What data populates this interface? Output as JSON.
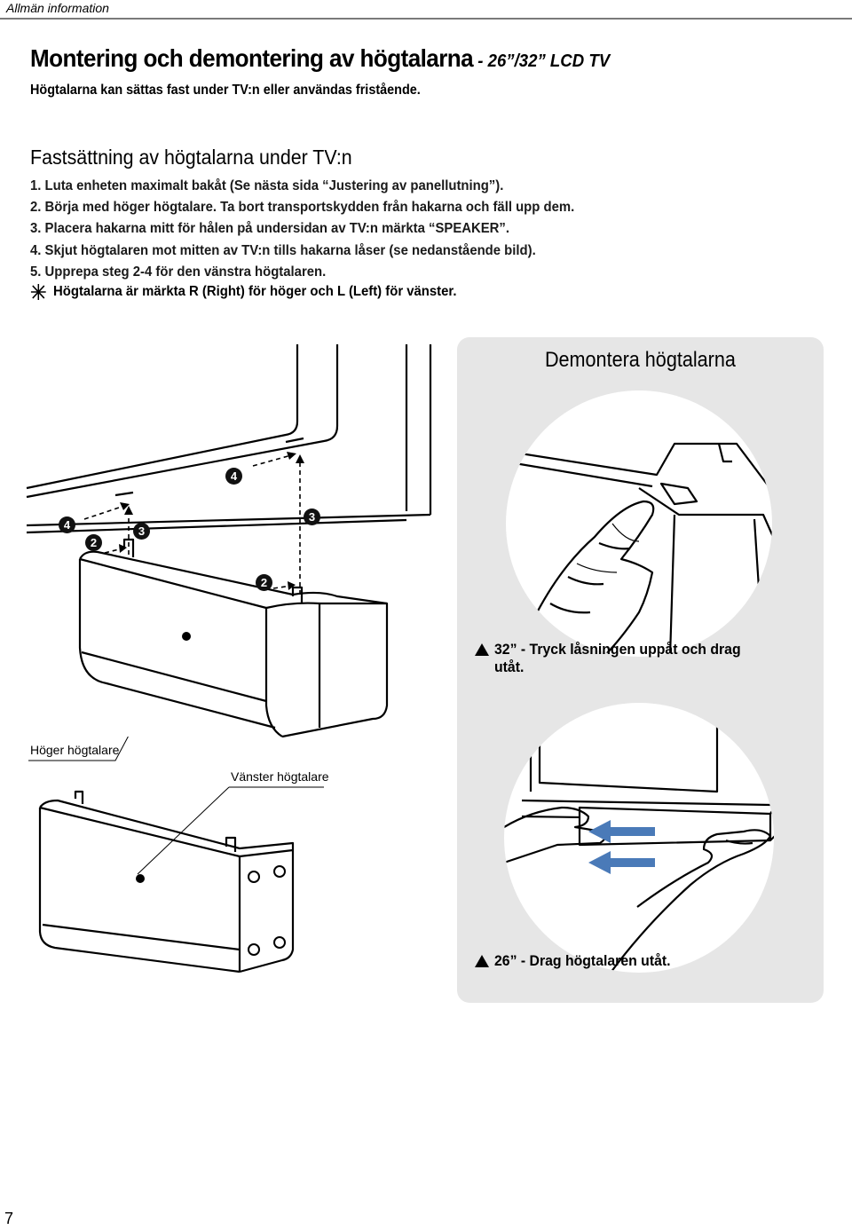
{
  "header": {
    "label": "Allmän information"
  },
  "title": {
    "main": "Montering och demontering av högtalarna",
    "suffix": " - 26”/32” LCD TV"
  },
  "intro": "Högtalarna kan sättas fast under TV:n eller användas fristående.",
  "section": {
    "heading": "Fastsättning av högtalarna under TV:n",
    "steps": [
      "1. Luta enheten maximalt bakåt (Se nästa sida “Justering av panellutning”).",
      "2. Börja med höger högtalare. Ta bort transportskydden från hakarna och fäll upp dem.",
      "3. Placera hakarna mitt för hålen på undersidan av TV:n märkta “SPEAKER”.",
      "4. Skjut högtalaren mot mitten av TV:n tills hakarna låser (se nedanstående bild).",
      "5. Upprepa steg 2-4 för den vänstra högtalaren."
    ],
    "note": "Högtalarna är märkta R (Right) för höger och L (Left) för vänster."
  },
  "figure": {
    "badges": {
      "b4a": "4",
      "b2a": "2",
      "b3a": "3",
      "b4b": "4",
      "b3b": "3",
      "b2b": "2"
    },
    "label_right": "Höger högtalare",
    "label_left": "Vänster högtalare"
  },
  "panel": {
    "title": "Demontera högtalarna",
    "caption32": "32” - Tryck låsningen uppåt och drag utåt.",
    "caption26": "26” - Drag högtalaren utåt."
  },
  "page_number": "7"
}
